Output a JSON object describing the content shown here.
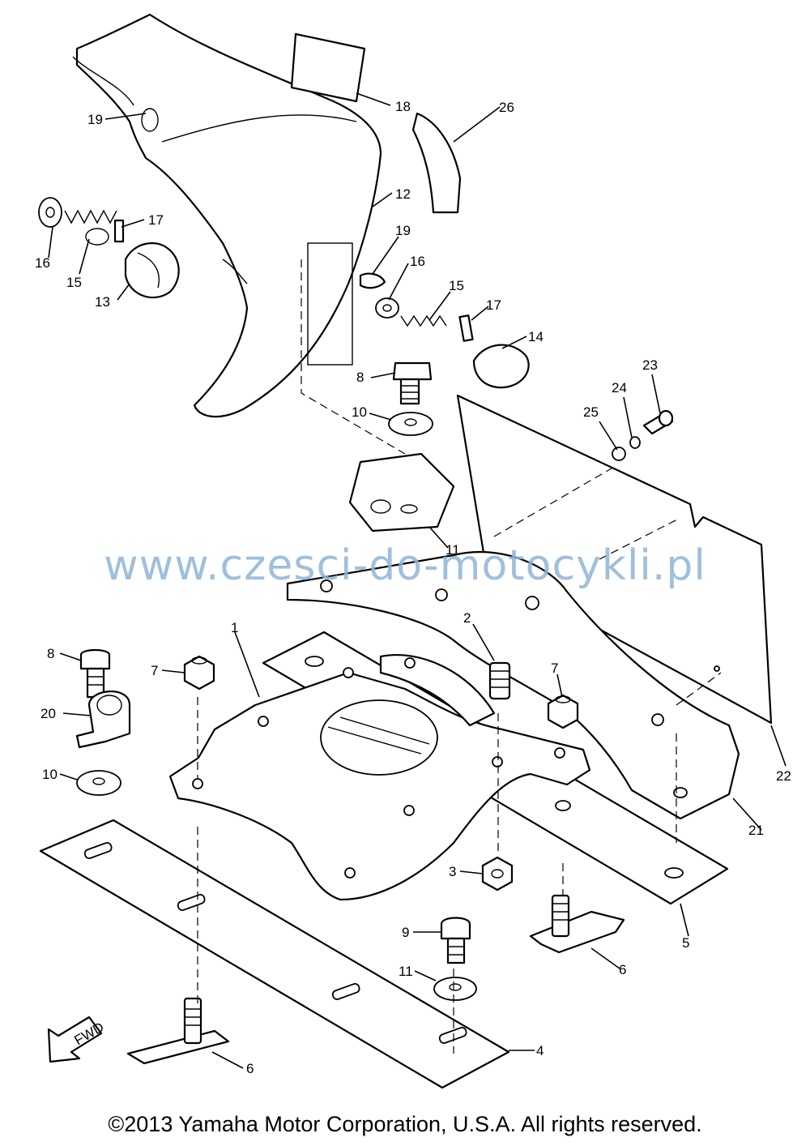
{
  "callouts": [
    {
      "id": "c19a",
      "text": "19"
    },
    {
      "id": "c18",
      "text": "18"
    },
    {
      "id": "c26",
      "text": "26"
    },
    {
      "id": "c12",
      "text": "12"
    },
    {
      "id": "c16a",
      "text": "16"
    },
    {
      "id": "c15a",
      "text": "15"
    },
    {
      "id": "c17a",
      "text": "17"
    },
    {
      "id": "c13",
      "text": "13"
    },
    {
      "id": "c19b",
      "text": "19"
    },
    {
      "id": "c16b",
      "text": "16"
    },
    {
      "id": "c15b",
      "text": "15"
    },
    {
      "id": "c17b",
      "text": "17"
    },
    {
      "id": "c14",
      "text": "14"
    },
    {
      "id": "c8a",
      "text": "8"
    },
    {
      "id": "c23",
      "text": "23"
    },
    {
      "id": "c24",
      "text": "24"
    },
    {
      "id": "c25",
      "text": "25"
    },
    {
      "id": "c10a",
      "text": "10"
    },
    {
      "id": "c11a",
      "text": "11"
    },
    {
      "id": "c1",
      "text": "1"
    },
    {
      "id": "c2",
      "text": "2"
    },
    {
      "id": "c8b",
      "text": "8"
    },
    {
      "id": "c7a",
      "text": "7"
    },
    {
      "id": "c7b",
      "text": "7"
    },
    {
      "id": "c20",
      "text": "20"
    },
    {
      "id": "c10b",
      "text": "10"
    },
    {
      "id": "c22",
      "text": "22"
    },
    {
      "id": "c21",
      "text": "21"
    },
    {
      "id": "c3",
      "text": "3"
    },
    {
      "id": "c5",
      "text": "5"
    },
    {
      "id": "c9",
      "text": "9"
    },
    {
      "id": "c11b",
      "text": "11"
    },
    {
      "id": "c6a",
      "text": "6"
    },
    {
      "id": "c6b",
      "text": "6"
    },
    {
      "id": "c4",
      "text": "4"
    }
  ],
  "fwd_label": "FWD",
  "watermark": "www.czesci-do-motocykli.pl",
  "copyright": "©2013 Yamaha Motor Corporation, U.S.A. All rights reserved.",
  "colors": {
    "line": "#000000",
    "watermark": "#8fb4d6",
    "background": "#ffffff"
  }
}
